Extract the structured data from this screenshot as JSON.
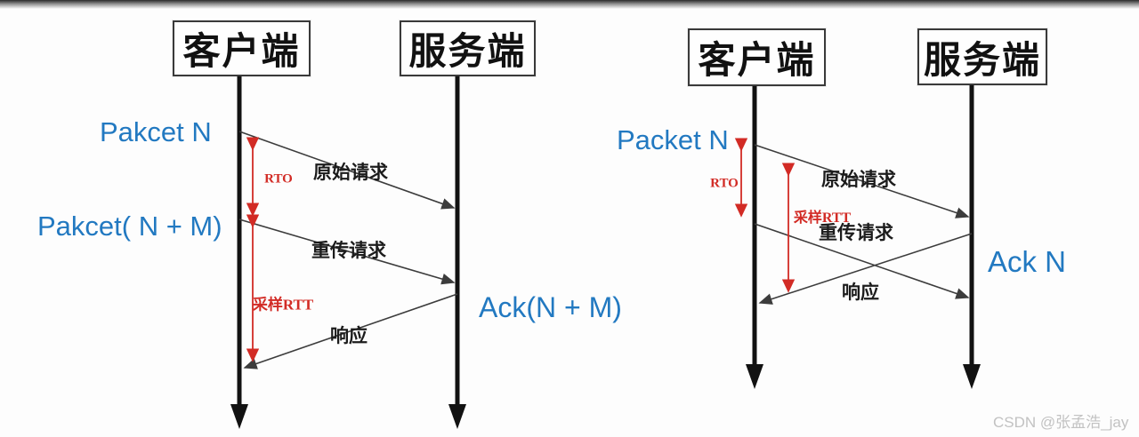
{
  "colors": {
    "blue": "#2279c1",
    "red": "#d22b25",
    "line": "#3c3c3c",
    "lifeline": "#121212"
  },
  "left": {
    "client_label": "客户端",
    "server_label": "服务端",
    "packet_first": "Pakcet N",
    "packet_retrans": "Pakcet( N + M)",
    "ack_label": "Ack(N + M)",
    "msg_original": "原始请求",
    "msg_retrans": "重传请求",
    "msg_response": "响应",
    "rto_label": "RTO",
    "rtt_label": "采样RTT"
  },
  "right": {
    "client_label": "客户端",
    "server_label": "服务端",
    "packet_first": "Packet N",
    "ack_label": "Ack N",
    "msg_original": "原始请求",
    "msg_retrans": "重传请求",
    "msg_response": "响应",
    "rto_label": "RTO",
    "rtt_label": "采样RTT"
  },
  "watermark": "CSDN @张孟浩_jay"
}
